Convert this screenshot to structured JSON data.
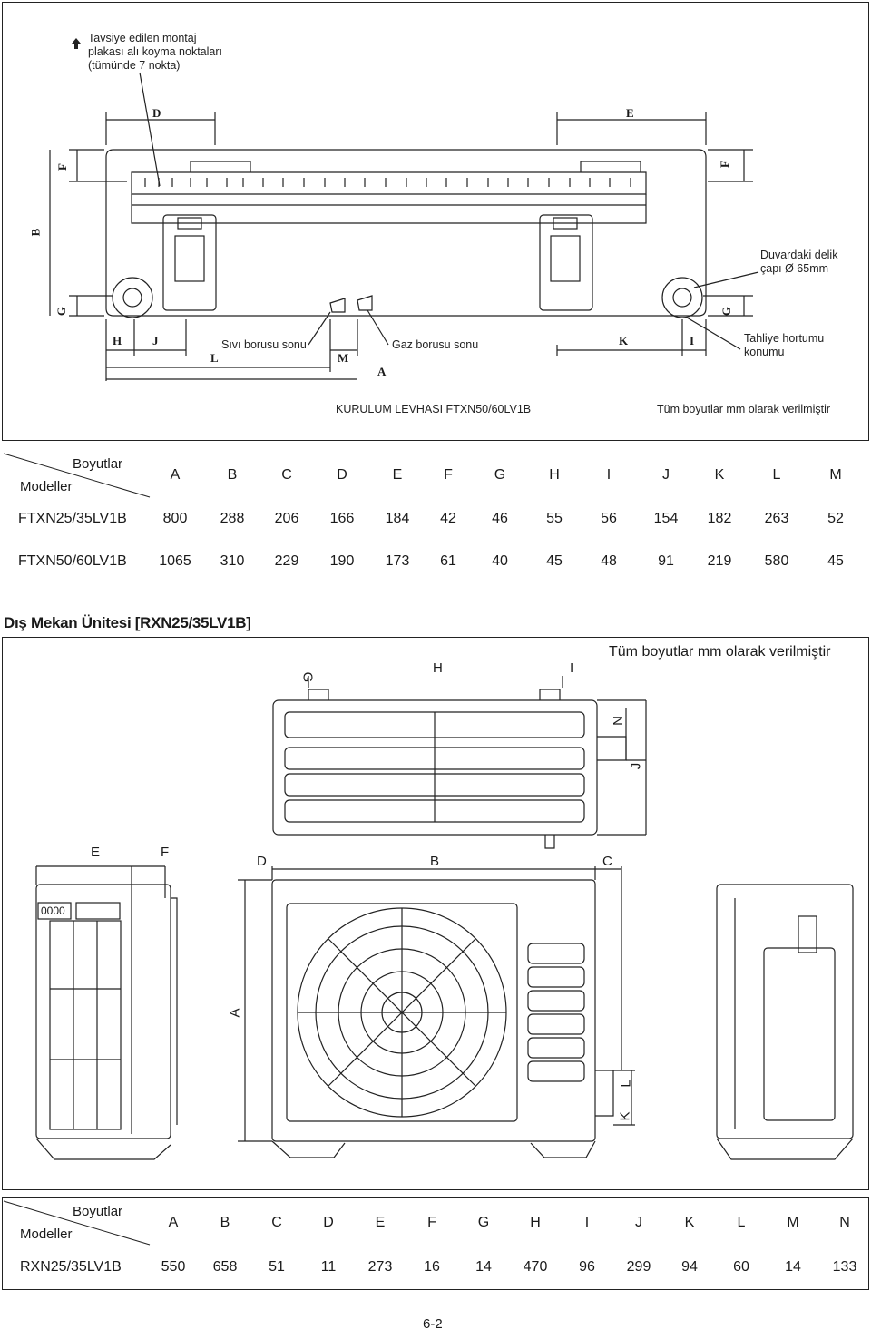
{
  "indoor_plate": {
    "note_arrow_text": [
      "Tavsiye edilen montaj",
      "plakası alı koyma noktaları",
      "(tümünde 7 nokta)"
    ],
    "wall_hole_text": [
      "Duvardaki delik",
      "çapı Ø 65mm"
    ],
    "liquid_pipe": "Sıvı borusu sonu",
    "gas_pipe": "Gaz borusu sonu",
    "drain_hose": [
      "Tahliye hortumu",
      "konumu"
    ],
    "caption": "KURULUM LEVHASI FTXN50/60LV1B",
    "units_note": "Tüm boyutlar mm olarak verilmiştir",
    "dim_letters": {
      "D": "D",
      "E": "E",
      "F": "F",
      "B": "B",
      "G": "G",
      "H": "H",
      "J": "J",
      "L": "L",
      "M": "M",
      "A": "A",
      "K": "K",
      "I": "I"
    }
  },
  "table1": {
    "corner_top": "Boyutlar",
    "corner_bottom": "Modeller",
    "columns": [
      "A",
      "B",
      "C",
      "D",
      "E",
      "F",
      "G",
      "H",
      "I",
      "J",
      "K",
      "L",
      "M"
    ],
    "rows": [
      {
        "model": "FTXN25/35LV1B",
        "values": [
          "800",
          "288",
          "206",
          "166",
          "184",
          "42",
          "46",
          "55",
          "56",
          "154",
          "182",
          "263",
          "52"
        ]
      },
      {
        "model": "FTXN50/60LV1B",
        "values": [
          "1065",
          "310",
          "229",
          "190",
          "173",
          "61",
          "40",
          "45",
          "48",
          "91",
          "219",
          "580",
          "45"
        ]
      }
    ]
  },
  "outdoor": {
    "title": "Dış Mekan Ünitesi [RXN25/35LV1B]",
    "units_note": "Tüm boyutlar mm olarak verilmiştir",
    "dim_letters": {
      "G": "G",
      "H": "H",
      "I": "I",
      "N": "N",
      "J": "J",
      "E": "E",
      "F": "F",
      "D": "D",
      "B": "B",
      "C": "C",
      "A": "A",
      "L": "L",
      "K": "K"
    },
    "side_label": "0000"
  },
  "table2": {
    "corner_top": "Boyutlar",
    "corner_bottom": "Modeller",
    "columns": [
      "A",
      "B",
      "C",
      "D",
      "E",
      "F",
      "G",
      "H",
      "I",
      "J",
      "K",
      "L",
      "M",
      "N"
    ],
    "rows": [
      {
        "model": "RXN25/35LV1B",
        "values": [
          "550",
          "658",
          "51",
          "11",
          "273",
          "16",
          "14",
          "470",
          "96",
          "299",
          "94",
          "60",
          "14",
          "133"
        ]
      }
    ]
  },
  "page_number": "6-2"
}
